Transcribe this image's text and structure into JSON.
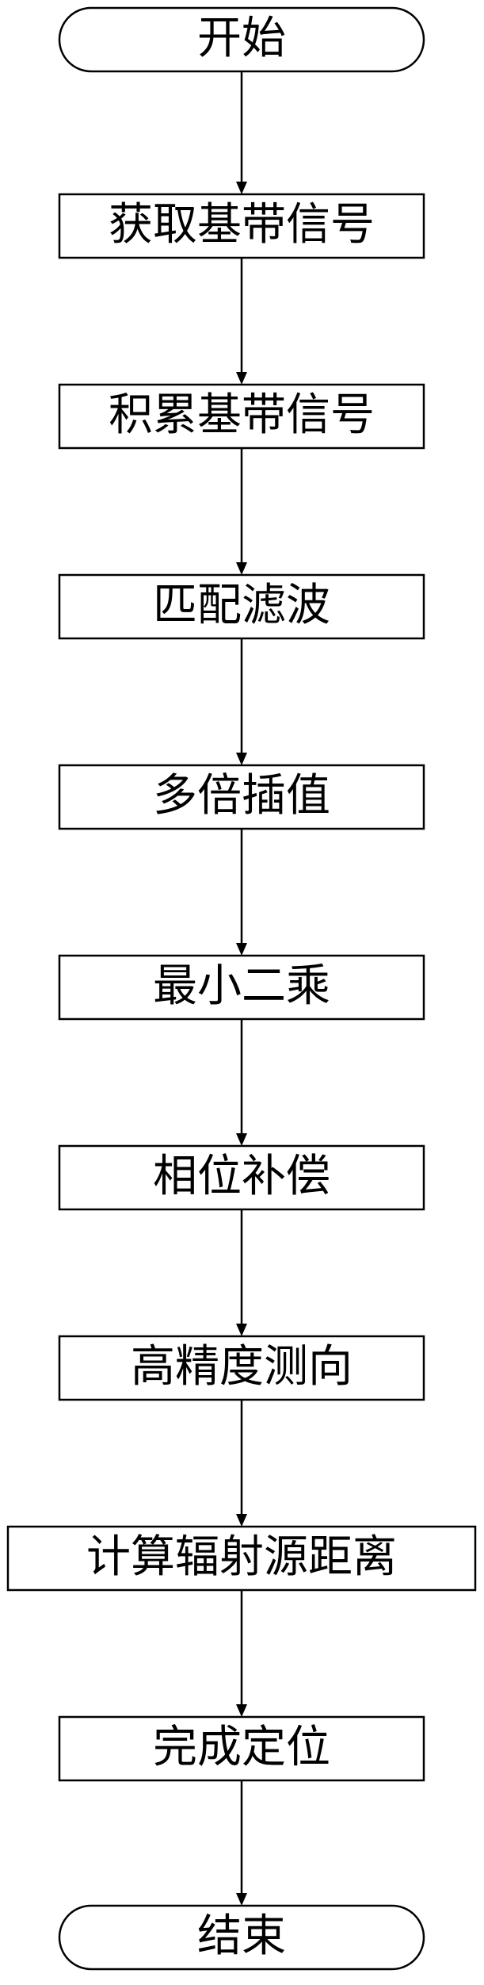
{
  "diagram": {
    "nodes": [
      {
        "id": "start",
        "shape": "terminal",
        "label": "开始"
      },
      {
        "id": "acquire",
        "shape": "process",
        "label": "获取基带信号"
      },
      {
        "id": "accumulate",
        "shape": "process",
        "label": "积累基带信号"
      },
      {
        "id": "matched-filter",
        "shape": "process",
        "label": "匹配滤波"
      },
      {
        "id": "interpolate",
        "shape": "process",
        "label": "多倍插值"
      },
      {
        "id": "least-squares",
        "shape": "process",
        "label": "最小二乘"
      },
      {
        "id": "phase-compensation",
        "shape": "process",
        "label": "相位补偿"
      },
      {
        "id": "direction-finding",
        "shape": "process",
        "label": "高精度测向"
      },
      {
        "id": "compute-distance",
        "shape": "process",
        "label": "计算辐射源距离"
      },
      {
        "id": "complete",
        "shape": "process",
        "label": "完成定位"
      },
      {
        "id": "end",
        "shape": "terminal",
        "label": "结束"
      }
    ],
    "edges": [
      {
        "from": "start",
        "to": "acquire"
      },
      {
        "from": "acquire",
        "to": "accumulate"
      },
      {
        "from": "accumulate",
        "to": "matched-filter"
      },
      {
        "from": "matched-filter",
        "to": "interpolate"
      },
      {
        "from": "interpolate",
        "to": "least-squares"
      },
      {
        "from": "least-squares",
        "to": "phase-compensation"
      },
      {
        "from": "phase-compensation",
        "to": "direction-finding"
      },
      {
        "from": "direction-finding",
        "to": "compute-distance"
      },
      {
        "from": "compute-distance",
        "to": "complete"
      },
      {
        "from": "complete",
        "to": "end"
      }
    ],
    "colors": {
      "stroke": "#000000",
      "fill": "#ffffff",
      "text": "#000000"
    }
  }
}
